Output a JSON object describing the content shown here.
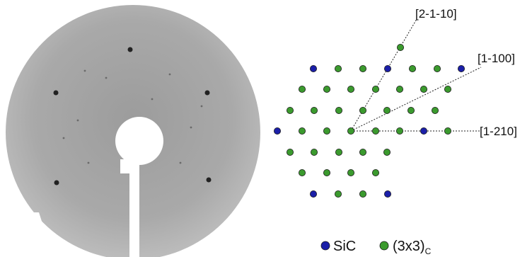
{
  "directions": {
    "d1": "[2-1-10]",
    "d2": "[1-100]",
    "d3": "[1-210]"
  },
  "legend": {
    "sic_label": "SiC",
    "recon_label_main": "(3x3)",
    "recon_label_sub": "C"
  },
  "colors": {
    "sic_dot": "#1b1fa8",
    "recon_dot": "#3b9a2e",
    "dot_outline": "#1a1a1a",
    "screen_gray": "#a9a9a9",
    "spot_dark": "#222222"
  }
}
